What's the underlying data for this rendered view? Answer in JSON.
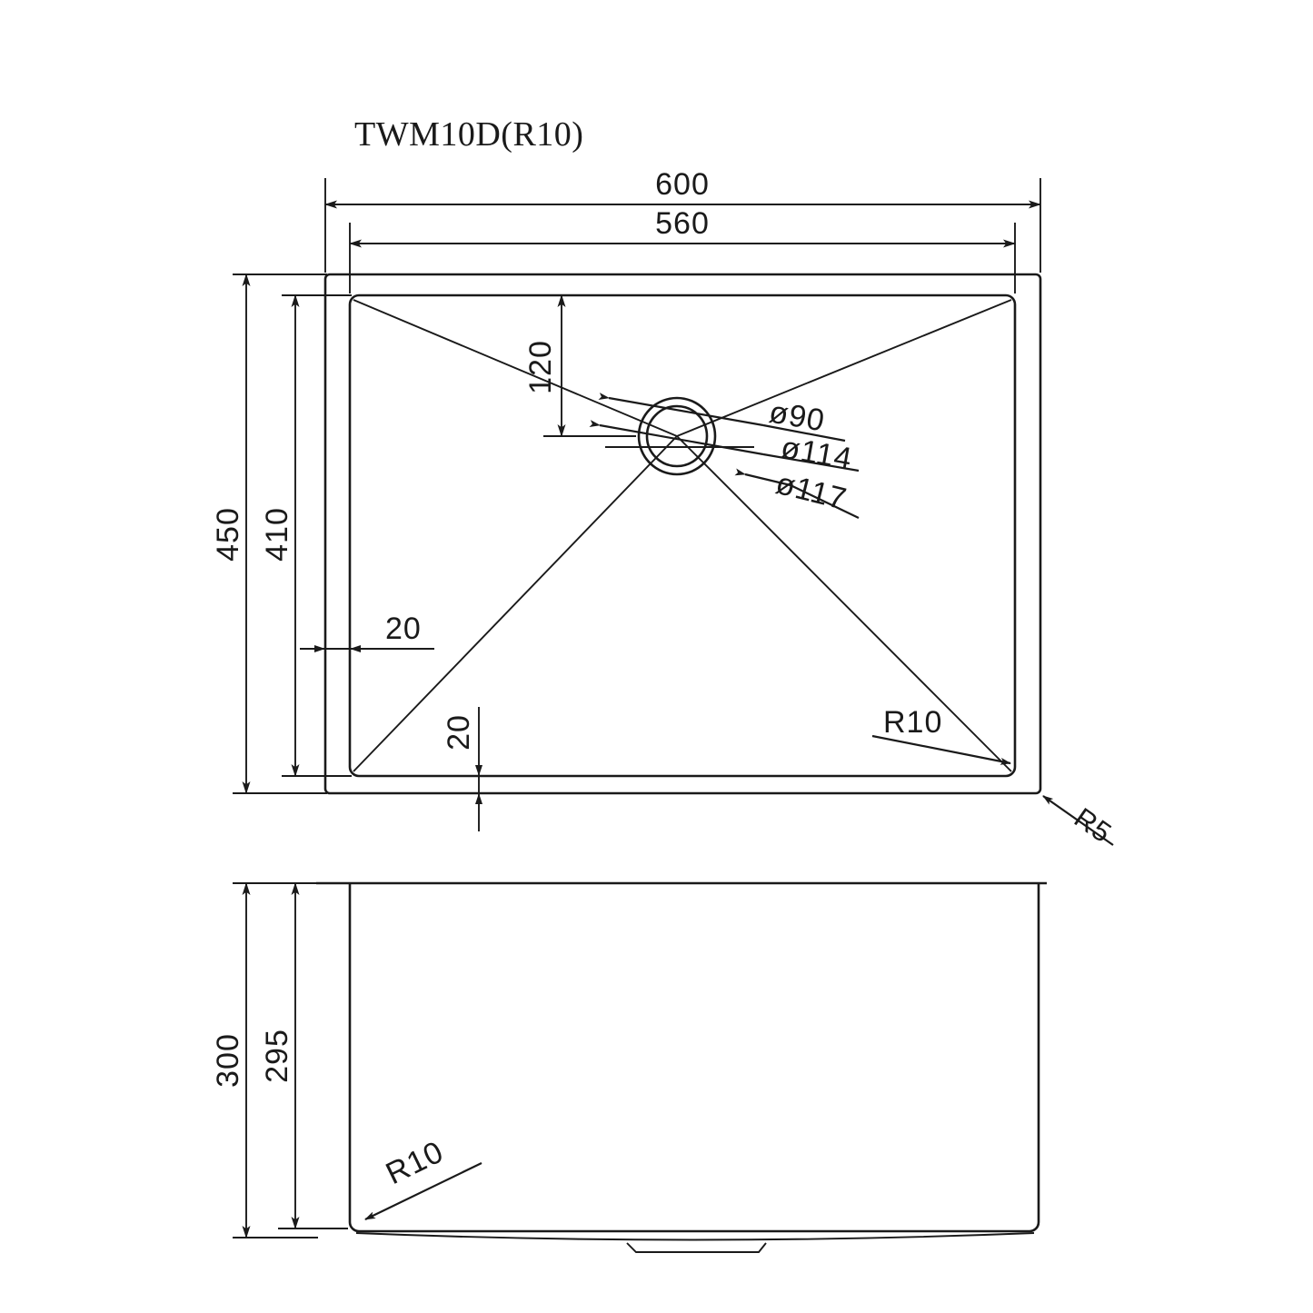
{
  "drawing": {
    "title": "TWM10D(R10)",
    "units_note": "",
    "line_color": "#1a1a1a",
    "background_color": "#ffffff"
  },
  "top_view": {
    "name": "top-view",
    "dimensions": {
      "outer_width": "600",
      "inner_width": "560",
      "outer_height": "450",
      "inner_height": "410",
      "drain_offset_from_top": "120",
      "rim_width_horizontal": "20",
      "rim_width_vertical": "20"
    },
    "drain": {
      "diameter_inner": "ø90",
      "diameter_mid": "ø114",
      "diameter_outer": "ø117"
    },
    "radii": {
      "bowl_corner": "R10",
      "rim_corner": "R5"
    }
  },
  "front_view": {
    "name": "front-elevation-view",
    "dimensions": {
      "overall_depth": "300",
      "bowl_depth": "295"
    },
    "radii": {
      "bottom_corner": "R10"
    }
  }
}
